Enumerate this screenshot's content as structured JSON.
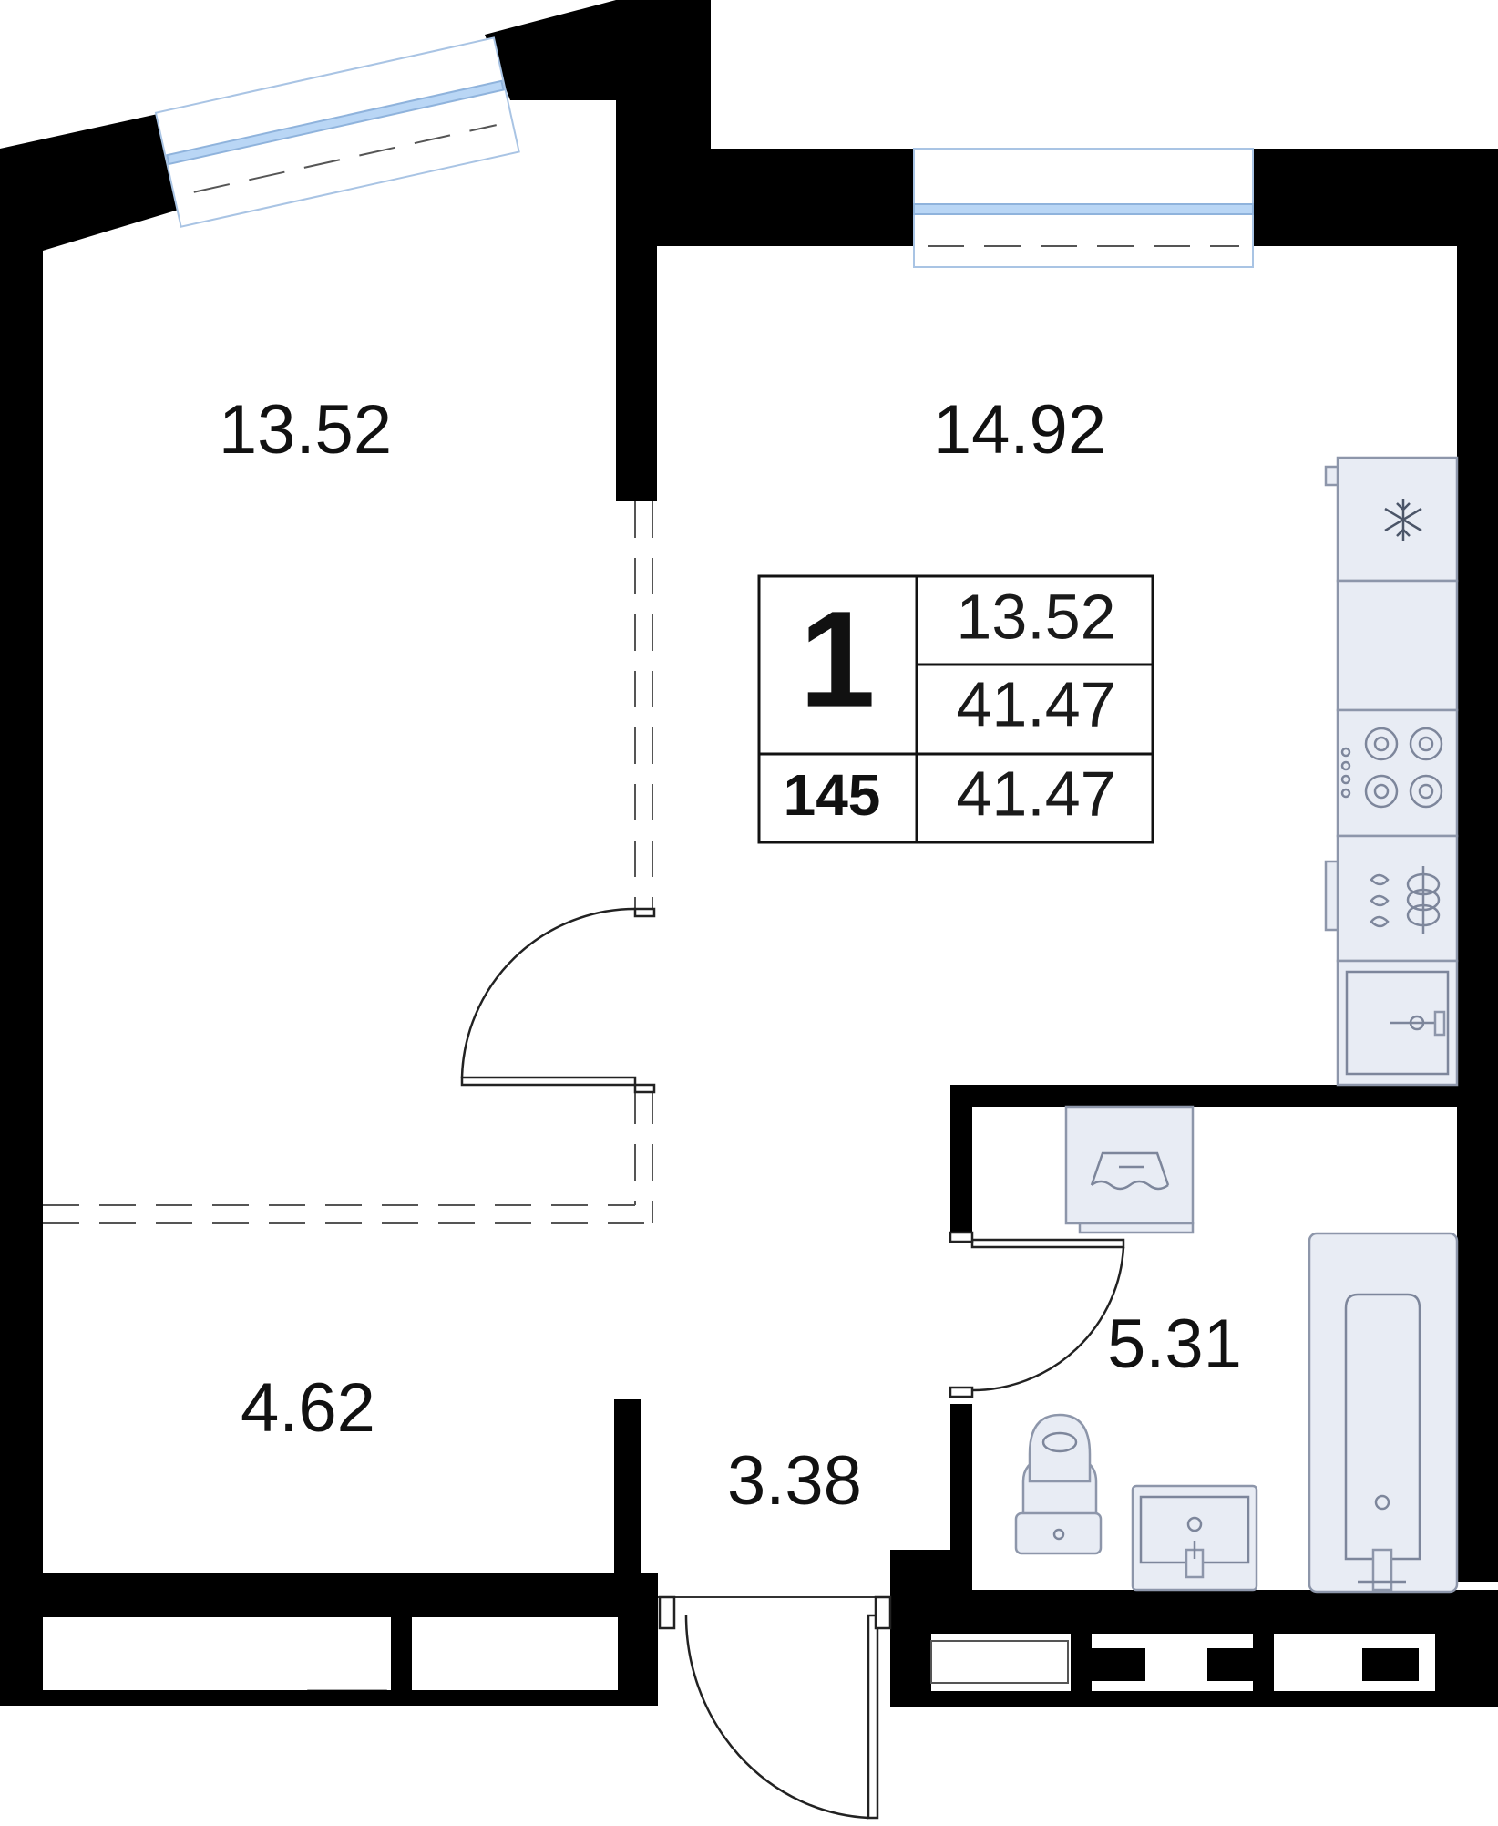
{
  "rooms": [
    {
      "name": "room-left",
      "area": "13.52"
    },
    {
      "name": "kitchen-living",
      "area": "14.92"
    },
    {
      "name": "hall-left",
      "area": "4.62"
    },
    {
      "name": "corridor",
      "area": "3.38"
    },
    {
      "name": "bathroom",
      "area": "5.31"
    }
  ],
  "summary": {
    "rooms_count": "1",
    "apartment_number": "145",
    "living_area": "13.52",
    "total_area": "41.47",
    "total_area_2": "41.47"
  },
  "colors": {
    "wall": "#000000",
    "fixture_fill": "#e8ecf4",
    "fixture_stroke": "#8d96aa",
    "window_glass": "#b9d6f5"
  },
  "icons": [
    "snowflake-icon",
    "stove-icon",
    "washer-icon",
    "sink-icon",
    "toilet-icon",
    "bathtub-icon"
  ]
}
